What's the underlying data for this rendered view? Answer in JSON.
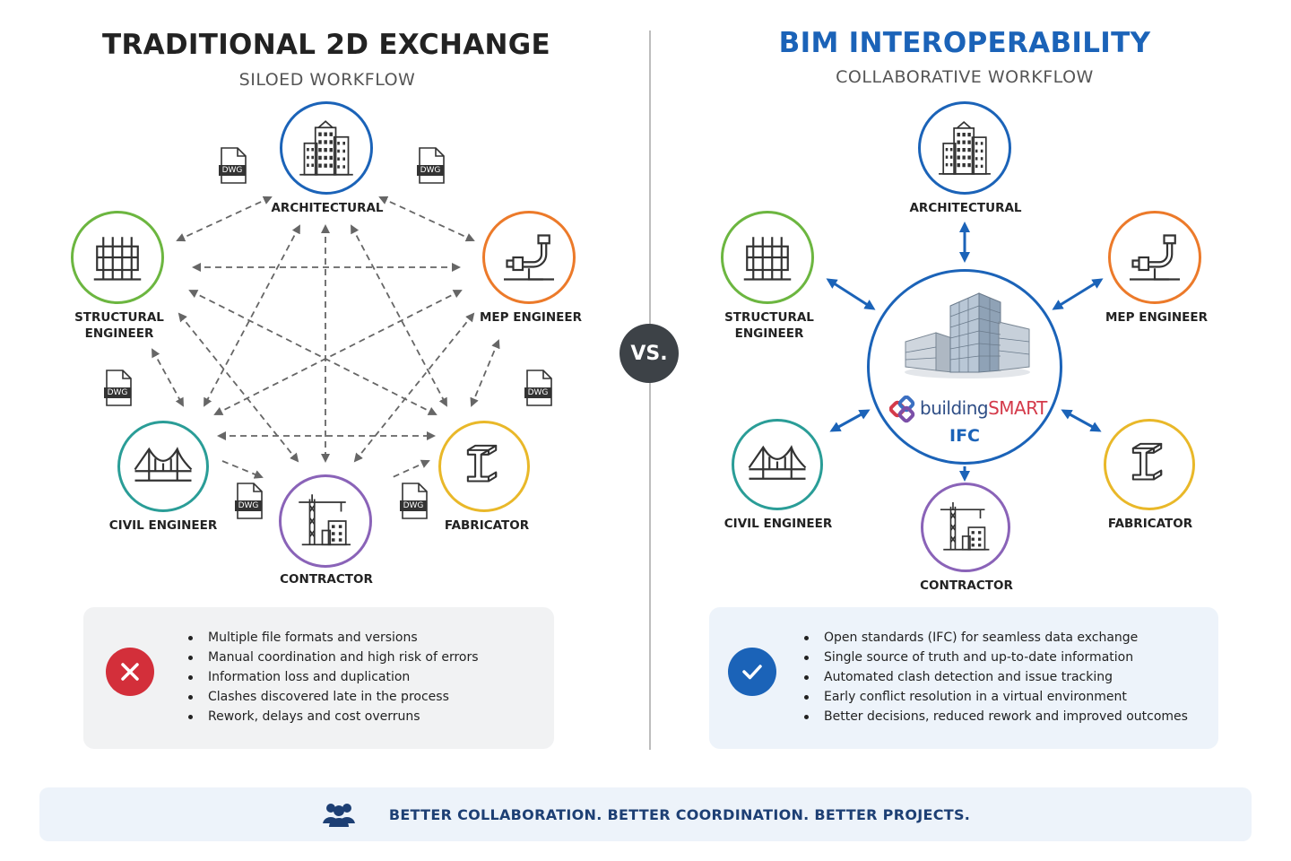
{
  "left": {
    "title": "TRADITIONAL 2D EXCHANGE",
    "subtitle": "SILOED WORKFLOW",
    "nodes": {
      "architectural": "ARCHITECTURAL",
      "structural_1": "STRUCTURAL",
      "structural_2": "ENGINEER",
      "mep": "MEP ENGINEER",
      "civil": "CIVIL ENGINEER",
      "contractor": "CONTRACTOR",
      "fabricator": "FABRICATOR"
    },
    "file_badge": "DWG",
    "points": [
      "Multiple file formats and versions",
      "Manual coordination and high risk of errors",
      "Information loss and duplication",
      "Clashes discovered late in the process",
      "Rework, delays and cost overruns"
    ]
  },
  "vs_label": "VS.",
  "right": {
    "title": "BIM INTEROPERABILITY",
    "subtitle": "COLLABORATIVE WORKFLOW",
    "nodes": {
      "architectural": "ARCHITECTURAL",
      "structural_1": "STRUCTURAL",
      "structural_2": "ENGINEER",
      "mep": "MEP ENGINEER",
      "civil": "CIVIL ENGINEER",
      "contractor": "CONTRACTOR",
      "fabricator": "FABRICATOR"
    },
    "hub": {
      "brand_part1": "building",
      "brand_part2": "SMART",
      "label": "IFC"
    },
    "points": [
      "Open standards (IFC) for seamless data exchange",
      "Single source of truth and up-to-date information",
      "Automated clash detection and issue tracking",
      "Early conflict resolution in a virtual environment",
      "Better decisions, reduced rework and improved outcomes"
    ]
  },
  "footer": {
    "text": "BETTER COLLABORATION. BETTER COORDINATION. BETTER PROJECTS."
  },
  "colors": {
    "left_title": "#222222",
    "right_title": "#1b63b8",
    "architectural": "#1b63b8",
    "structural": "#6cb640",
    "mep": "#ec7a2a",
    "civil": "#2a9d97",
    "contractor": "#8a63b8",
    "fabricator": "#e9b829",
    "negative": "#d32f3a",
    "positive": "#1b63b8"
  }
}
